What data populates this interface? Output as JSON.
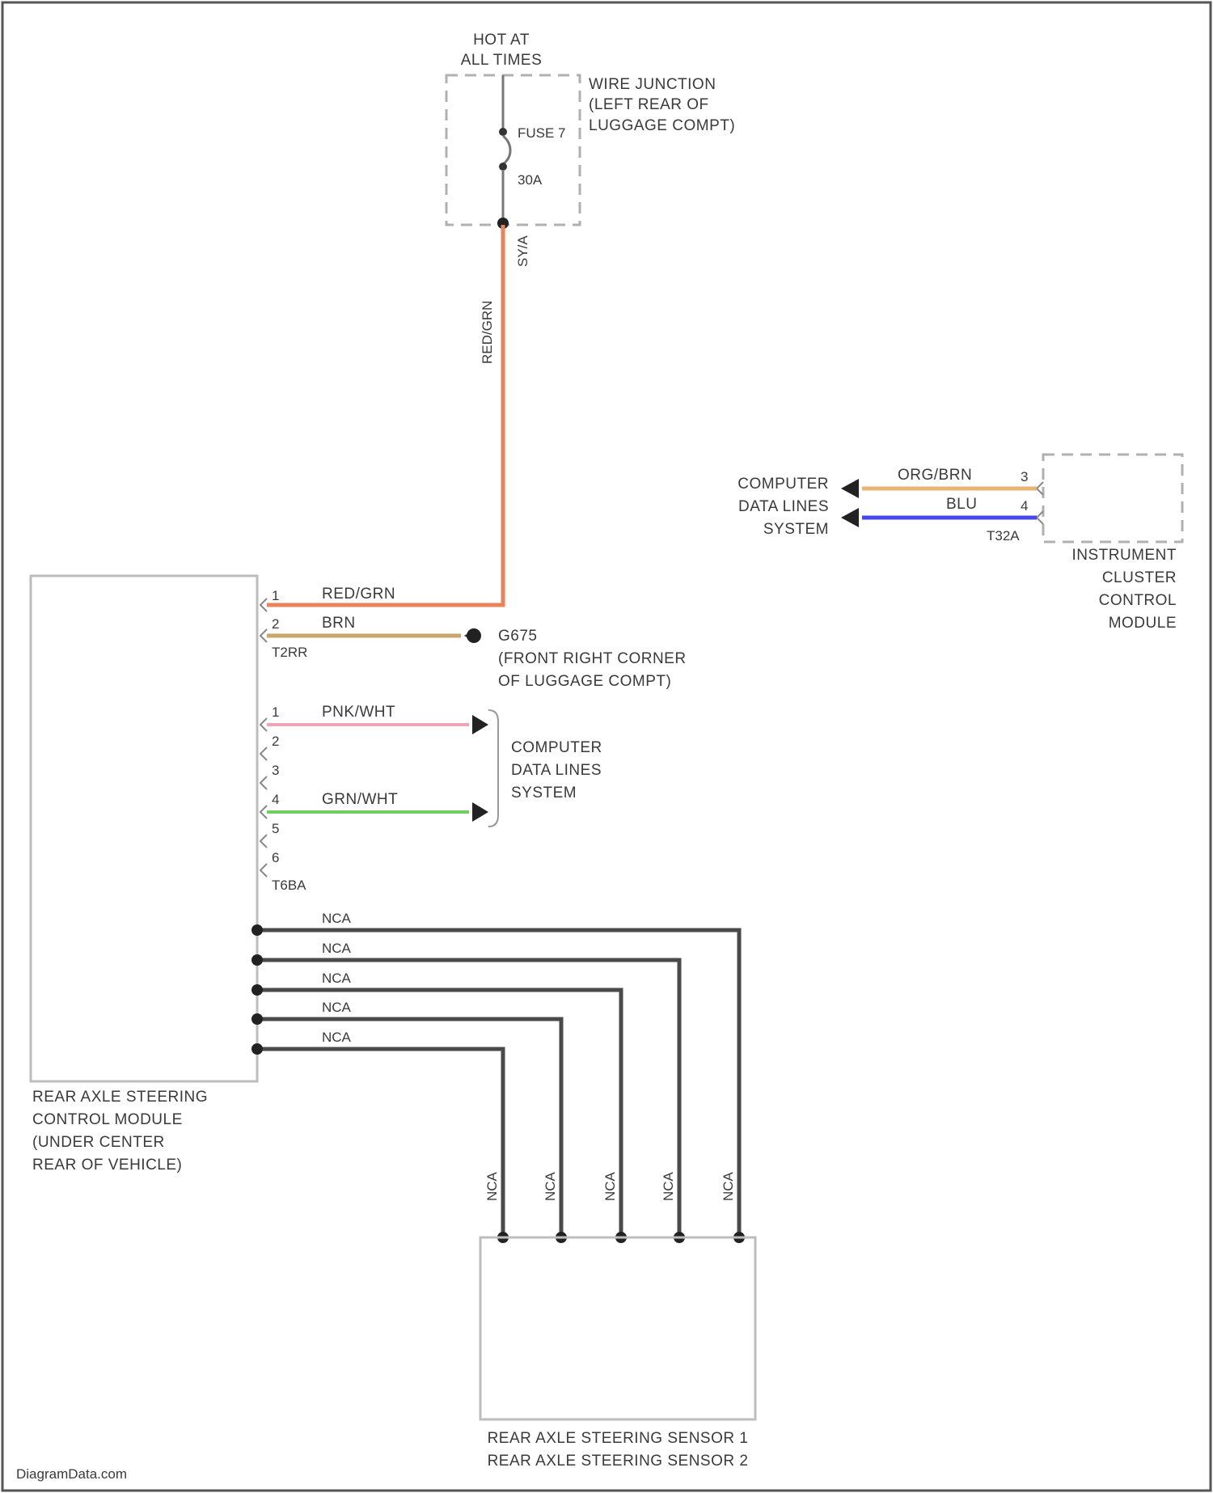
{
  "power": {
    "title_lines": [
      "HOT AT",
      "ALL TIMES"
    ],
    "junction_lines": [
      "WIRE JUNCTION",
      "(LEFT REAR OF",
      "LUGGAGE COMPT)"
    ],
    "fuse_label": "FUSE 7",
    "fuse_rating": "30A",
    "connector_id": "SY/A",
    "wire_color_vertical": "RED/GRN"
  },
  "rear_module": {
    "name_lines": [
      "REAR AXLE STEERING",
      "CONTROL MODULE",
      "(UNDER CENTER",
      "REAR OF VEHICLE)"
    ],
    "connector_a": {
      "id": "T2RR",
      "pins": [
        {
          "pin": "1",
          "wire": "RED/GRN"
        },
        {
          "pin": "2",
          "wire": "BRN"
        }
      ]
    },
    "connector_b": {
      "id": "T6BA",
      "pins": [
        {
          "pin": "1",
          "wire": "PNK/WHT"
        },
        {
          "pin": "2",
          "wire": ""
        },
        {
          "pin": "3",
          "wire": ""
        },
        {
          "pin": "4",
          "wire": "GRN/WHT"
        },
        {
          "pin": "5",
          "wire": ""
        },
        {
          "pin": "6",
          "wire": ""
        }
      ]
    },
    "nca_labels": [
      "NCA",
      "NCA",
      "NCA",
      "NCA",
      "NCA"
    ]
  },
  "ground": {
    "id": "G675",
    "location_lines": [
      "(FRONT RIGHT CORNER",
      "OF LUGGAGE COMPT)"
    ]
  },
  "cdl_system_right": {
    "lines": [
      "COMPUTER",
      "DATA LINES",
      "SYSTEM"
    ]
  },
  "cdl_system_left": {
    "lines": [
      "COMPUTER",
      "DATA LINES",
      "SYSTEM"
    ],
    "wires": [
      {
        "color_name": "ORG/BRN",
        "pin": "3"
      },
      {
        "color_name": "BLU",
        "pin": "4"
      }
    ],
    "connector_id": "T32A"
  },
  "instrument_cluster": {
    "name_lines": [
      "INSTRUMENT",
      "CLUSTER",
      "CONTROL",
      "MODULE"
    ]
  },
  "sensor": {
    "name_lines": [
      "REAR AXLE STEERING SENSOR 1",
      "REAR AXLE STEERING SENSOR 2"
    ],
    "nca_labels": [
      "NCA",
      "NCA",
      "NCA",
      "NCA",
      "NCA"
    ]
  },
  "watermark": "DiagramData.com",
  "colors": {
    "red_grn": "#e8835a",
    "brn": "#c9a56a",
    "pnk_wht": "#f2a3b7",
    "grn_wht": "#6fcf5f",
    "org_brn": "#e9b574",
    "blu": "#4747ee",
    "nca": "#4a4a4a",
    "box": "#bdbdbd"
  }
}
